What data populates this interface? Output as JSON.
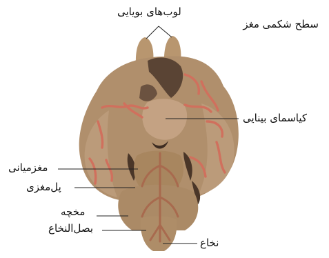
{
  "title": "سطح شکمی مغز",
  "labels": {
    "olfactory_bulbs": "لوب‌های بویایی",
    "optic_chiasm": "کیاسمای بینایی",
    "midbrain": "مغزمیانی",
    "pons": "پل‌مغزی",
    "cerebellum": "مخچه",
    "medulla": "بصل‌النخاع",
    "spinal_cord": "نخاع"
  },
  "colors": {
    "tissue": "#b08f6c",
    "tissue_light": "#c4a283",
    "fissure": "#5a4434",
    "vessel": "#d0705d",
    "leader_line": "#222222"
  }
}
